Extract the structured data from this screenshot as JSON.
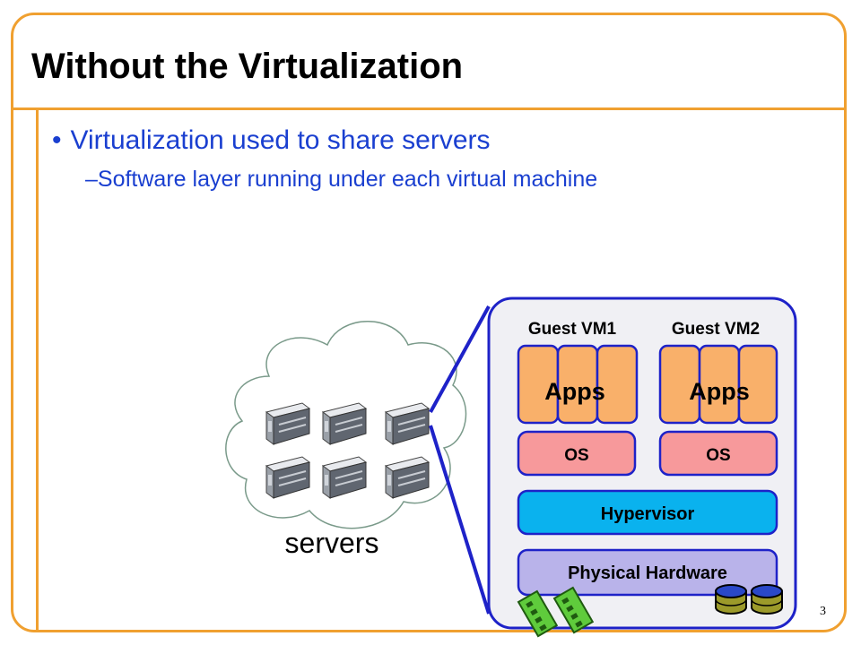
{
  "slide": {
    "title": "Without the Virtualization",
    "bullet": "Virtualization used to share servers",
    "sub_bullet": "Software layer running under each virtual machine",
    "page_number": "3"
  },
  "diagram": {
    "cloud_label": "servers",
    "guest_vm1": "Guest VM1",
    "guest_vm2": "Guest VM2",
    "apps1": "Apps",
    "apps2": "Apps",
    "os1": "OS",
    "os2": "OS",
    "hypervisor": "Hypervisor",
    "hardware": "Physical Hardware"
  },
  "colors": {
    "accent": "#f0a030",
    "text_blue": "#1a3fd0",
    "apps": "#f9b06a",
    "os": "#f7999b",
    "hypervisor": "#0ab2ee",
    "hardware": "#b9b3ea",
    "connector": "#1e22c8"
  },
  "icons": [
    "server-icon",
    "memory-card-icon",
    "disk-icon"
  ]
}
